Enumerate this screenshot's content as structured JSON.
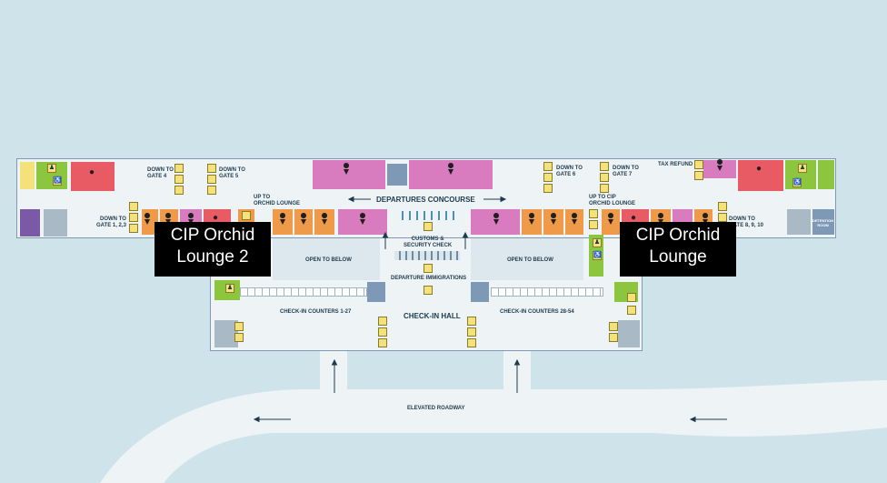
{
  "map": {
    "labels": {
      "departures_concourse": "DEPARTURES CONCOURSE",
      "down_gate4": "DOWN TO\nGATE 4",
      "down_gate5": "DOWN TO\nGATE 5",
      "down_gate6": "DOWN TO\nGATE 6",
      "down_gate7": "DOWN TO\nGATE 7",
      "down_gate123": "DOWN TO\nGATE 1, 2,3",
      "down_gate8910": "DOWN TO\nGATE 8, 9, 10",
      "up_orchid": "UP TO\nORCHID LOUNGE",
      "up_cip_orchid": "UP TO CIP\nORCHID LOUNGE",
      "tax_refund": "TAX REFUND",
      "customs": "CUSTOMS &\nSECURITY CHECK",
      "departure_immigrations": "DEPARTURE IMMIGRATIONS",
      "open_below_left": "OPEN TO BELOW",
      "open_below_right": "OPEN TO BELOW",
      "checkin_1_27": "CHECK-IN COUNTERS 1-27",
      "checkin_28_54": "CHECK-IN COUNTERS 28-54",
      "checkin_hall": "CHECK-IN HALL",
      "elevated_roadway": "ELEVATED ROADWAY",
      "detention": "DETENTION\nROOM"
    },
    "callouts": {
      "lounge2": "CIP Orchid\nLounge 2",
      "lounge": "CIP Orchid\nLounge"
    },
    "colors": {
      "background": "#cfe3ea",
      "callout_bg": "#000000",
      "callout_text": "#ffffff",
      "shop": "#d97bbf",
      "food": "#ef9a48",
      "restaurant": "#e85a64",
      "amenity": "#8cc63f",
      "terminal": "#eef3f6"
    },
    "icons": [
      "restaurant-icon",
      "toilet-icon",
      "accessible-icon",
      "escalator-icon",
      "elevator-icon",
      "pin-icon",
      "baby-care-icon",
      "info-icon"
    ]
  }
}
